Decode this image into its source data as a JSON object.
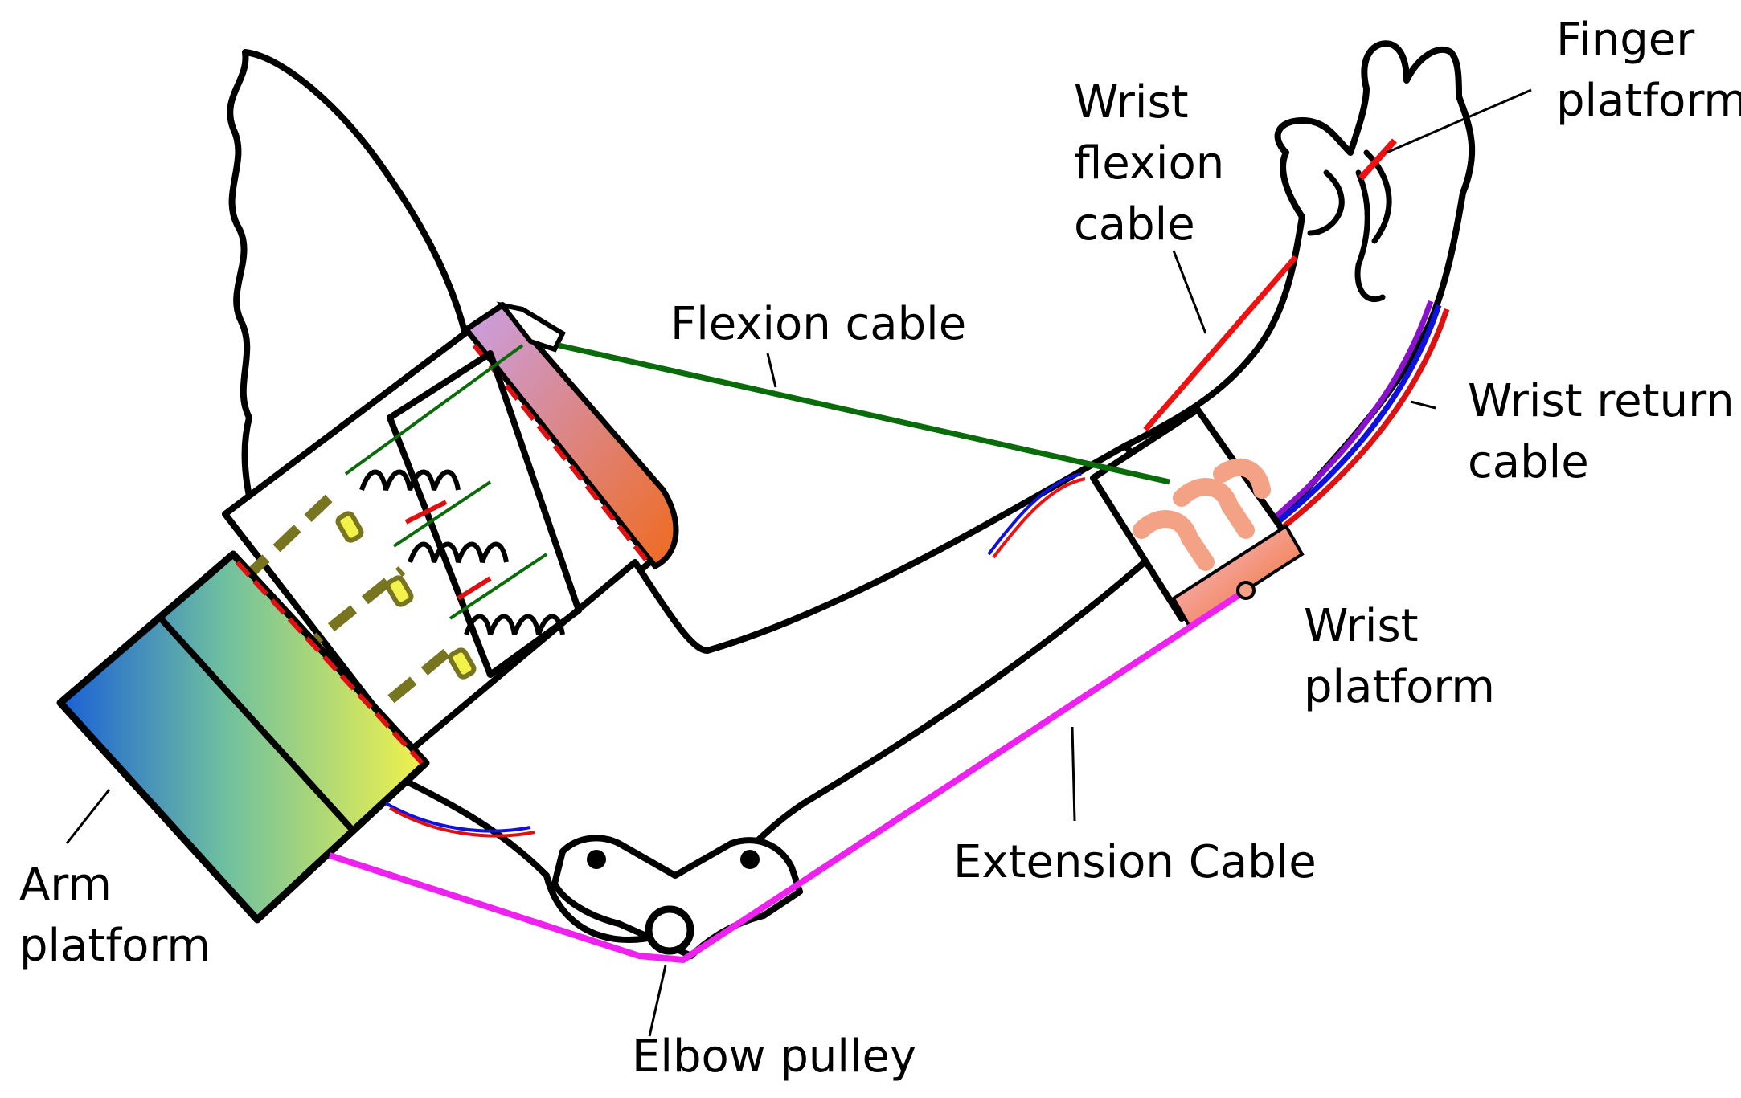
{
  "labels": {
    "finger_platform": [
      "Finger",
      "platform"
    ],
    "wrist_flexion_cable": [
      "Wrist",
      "flexion",
      "cable"
    ],
    "flexion_cable": [
      "Flexion cable"
    ],
    "wrist_return_cable": [
      "Wrist return",
      "cable"
    ],
    "wrist_platform": [
      "Wrist",
      "platform"
    ],
    "extension_cable": [
      "Extension Cable"
    ],
    "arm_platform": [
      "Arm",
      "platform"
    ],
    "elbow_pulley": [
      "Elbow pulley"
    ]
  },
  "colors": {
    "flexion_cable": "#0a6b0a",
    "extension_cable": "#ee22ee",
    "wrist_flexion_cable": "#ee1111",
    "wrist_return_cable_red": "#dd1111",
    "wrist_return_cable_blue": "#1111dd",
    "wrist_return_cable_purple": "#8811cc",
    "dashed_link": "#77751f",
    "spring": "#000000",
    "arm_platform_gradient": [
      "#1a5fd6",
      "#6fc0a0",
      "#f3f24a"
    ],
    "upper_pad_gradient": [
      "#c9a0e6",
      "#f06a1e"
    ],
    "wrist_platform_fill": "#f3a285"
  }
}
